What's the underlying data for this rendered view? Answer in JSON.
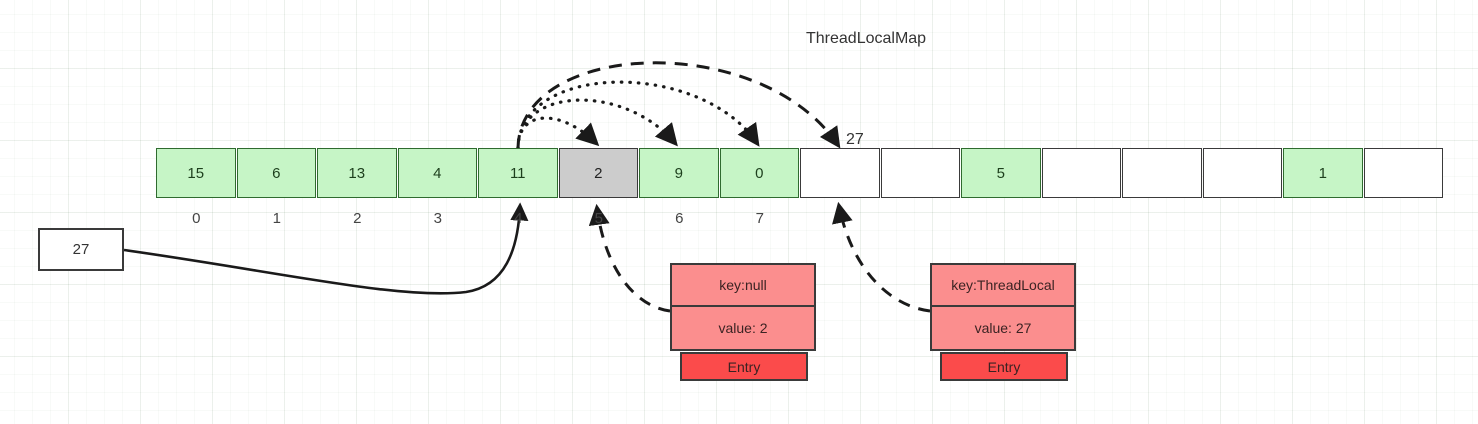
{
  "diagram": {
    "title": "ThreadLocalMap",
    "marker_label": "27",
    "input_value": "27"
  },
  "array": {
    "cells": [
      {
        "value": "15",
        "state": "green"
      },
      {
        "value": "6",
        "state": "green"
      },
      {
        "value": "13",
        "state": "green"
      },
      {
        "value": "4",
        "state": "green"
      },
      {
        "value": "11",
        "state": "green"
      },
      {
        "value": "2",
        "state": "gray"
      },
      {
        "value": "9",
        "state": "green"
      },
      {
        "value": "0",
        "state": "green"
      },
      {
        "value": "",
        "state": "plain"
      },
      {
        "value": "",
        "state": "plain"
      },
      {
        "value": "5",
        "state": "green"
      },
      {
        "value": "",
        "state": "plain"
      },
      {
        "value": "",
        "state": "plain"
      },
      {
        "value": "",
        "state": "plain"
      },
      {
        "value": "1",
        "state": "green"
      },
      {
        "value": "",
        "state": "plain"
      }
    ],
    "indices": [
      "0",
      "1",
      "2",
      "3",
      "4",
      "5",
      "6",
      "7"
    ]
  },
  "entries": [
    {
      "key": "key:null",
      "value": "value: 2",
      "type": "Entry"
    },
    {
      "key": "key:ThreadLocal",
      "value": "value: 27",
      "type": "Entry"
    }
  ],
  "colors": {
    "green_fill": "#c6f5c6",
    "green_border": "#2f6b2f",
    "gray_fill": "#cccccc",
    "entry_body": "#fb8e8e",
    "entry_tab": "#fb4b4b",
    "stroke": "#222222"
  }
}
